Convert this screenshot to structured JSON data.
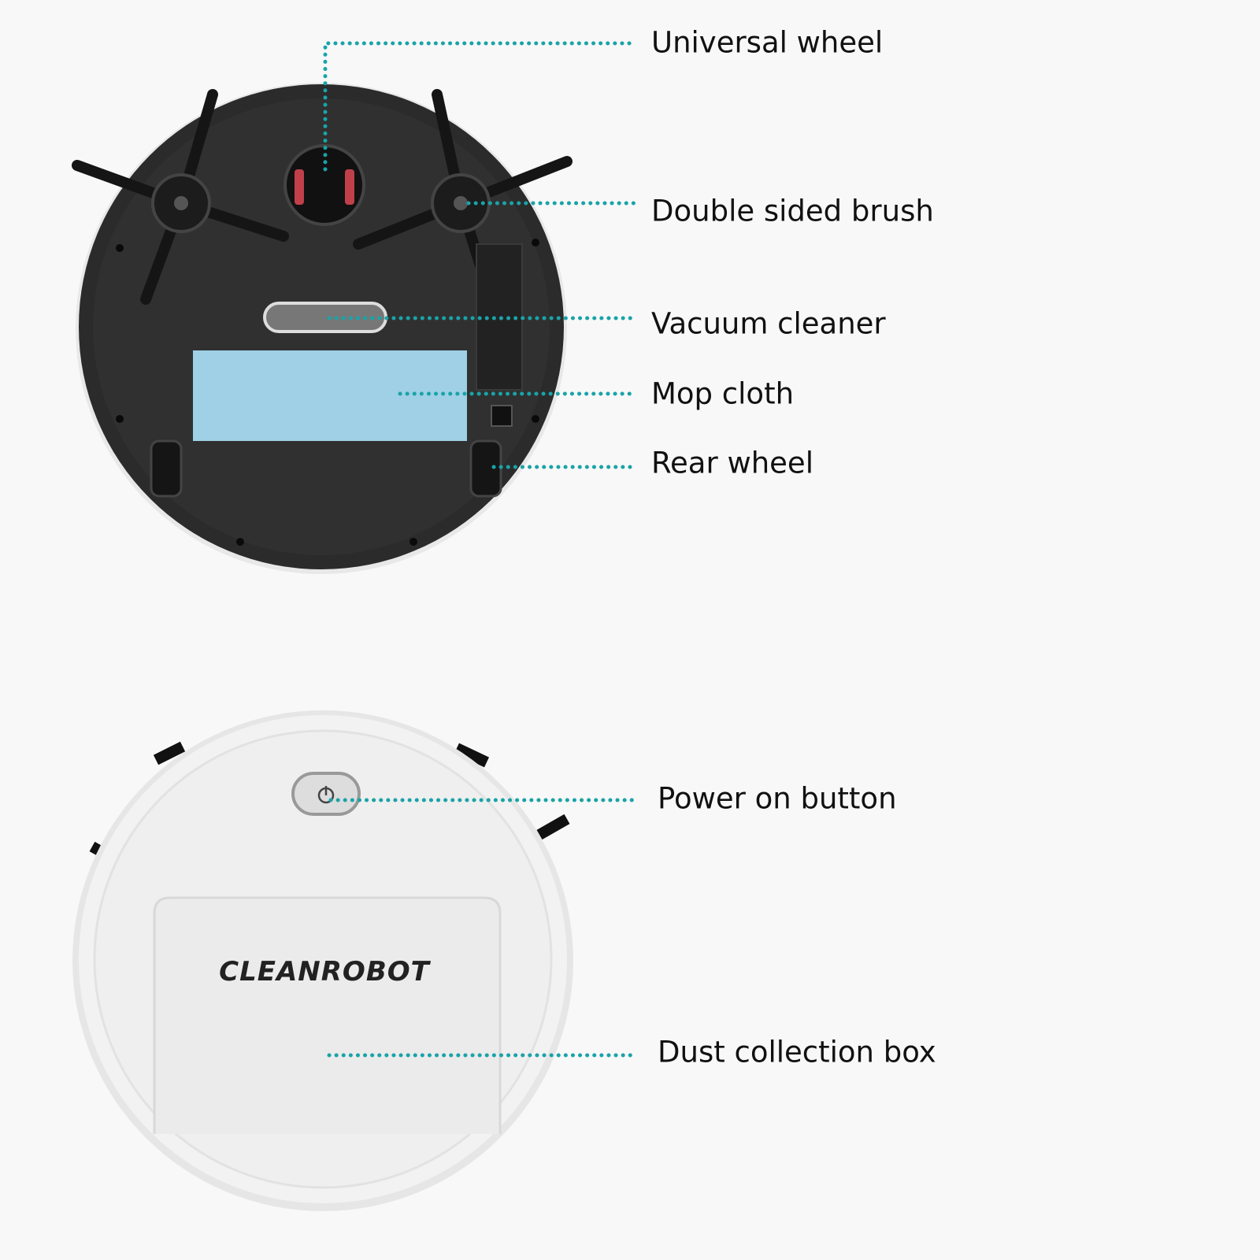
{
  "colors": {
    "leader": "#1aa3a8",
    "robot_bottom": "#2b2b2b",
    "robot_top": "#f0f0f0",
    "mop": "#9fd0e6"
  },
  "logo": {
    "text": "CLEANROBOT"
  },
  "labels": {
    "universal_wheel": "Universal wheel",
    "double_sided_brush": "Double sided brush",
    "vacuum_cleaner": "Vacuum cleaner",
    "mop_cloth": "Mop cloth",
    "rear_wheel": "Rear wheel",
    "power_on_button": "Power on button",
    "dust_collection_box": "Dust collection box"
  }
}
